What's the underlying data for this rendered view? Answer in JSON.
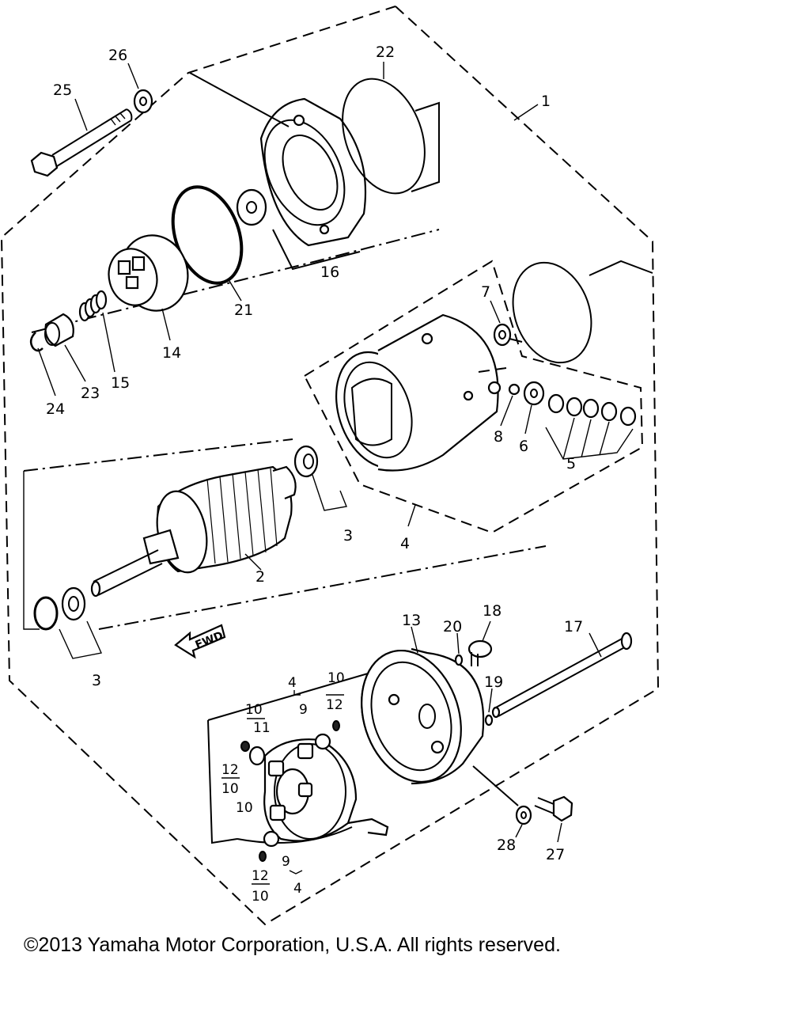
{
  "diagram": {
    "copyright": "©2013 Yamaha Motor Corporation, U.S.A. All rights reserved.",
    "fwd_marker": "FWD",
    "callouts": {
      "c1": "1",
      "c2": "2",
      "c3a": "3",
      "c3b": "3",
      "c4a": "4",
      "c4b": "4",
      "c4c": "4",
      "c5": "5",
      "c6": "6",
      "c7": "7",
      "c8": "8",
      "c9a": "9",
      "c9b": "9",
      "c10a": "10",
      "c10b": "10",
      "c10c": "10",
      "c10d": "10",
      "c10e": "10",
      "c11": "11",
      "c12a": "12",
      "c12b": "12",
      "c12c": "12",
      "c13": "13",
      "c14": "14",
      "c15": "15",
      "c16": "16",
      "c17": "17",
      "c18": "18",
      "c19": "19",
      "c20": "20",
      "c21": "21",
      "c22": "22",
      "c23": "23",
      "c24": "24",
      "c25": "25",
      "c26": "26",
      "c27": "27",
      "c28": "28"
    }
  }
}
